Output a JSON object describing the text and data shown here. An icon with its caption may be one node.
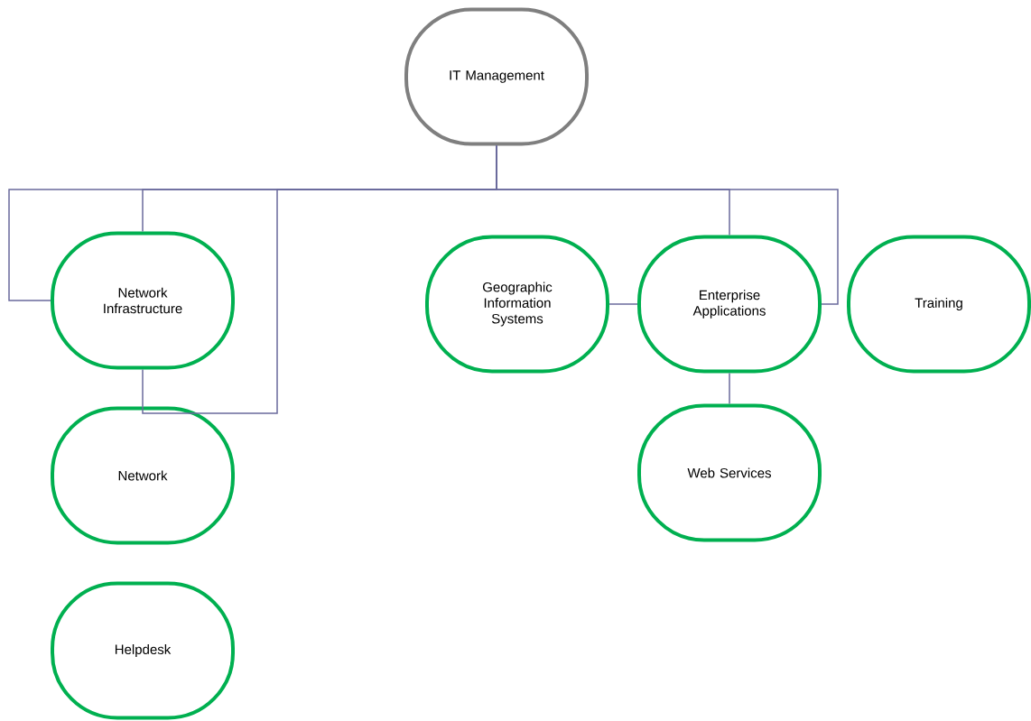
{
  "diagram": {
    "nodes": [
      {
        "text": [
          "IT Management"
        ]
      },
      {
        "text": [
          "Network Infrastructure"
        ]
      },
      {
        "text": [
          "Network"
        ]
      },
      {
        "text": [
          "Helpdesk"
        ]
      },
      {
        "text": [
          "Geographic Information Systems"
        ]
      },
      {
        "text": [
          "Enterprise Applications"
        ]
      },
      {
        "text": [
          "Training"
        ]
      },
      {
        "text": [
          "Web Services"
        ]
      }
    ],
    "edges": [
      {
        "from": 0,
        "to": 1,
        "arrow": "none"
      },
      {
        "from": 0,
        "to": 1,
        "arrow": "none"
      },
      {
        "from": 1,
        "to": 2,
        "arrow": "none"
      },
      {
        "from": 0,
        "to": 2,
        "arrow": "none"
      },
      {
        "from": 4,
        "to": 5,
        "arrow": "none"
      },
      {
        "from": 0,
        "to": 5,
        "arrow": "none"
      },
      {
        "from": 0,
        "to": 5,
        "arrow": "none"
      },
      {
        "from": 5,
        "to": 7,
        "arrow": "none"
      }
    ]
  }
}
